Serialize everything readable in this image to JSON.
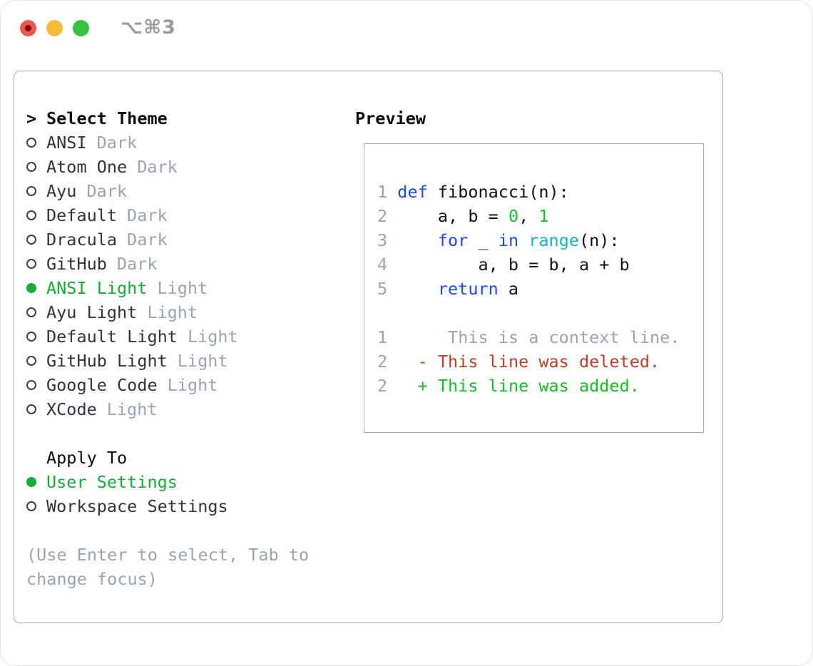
{
  "window": {
    "hotkey": "⌥⌘3"
  },
  "colors": {
    "border": "#a5aeb8",
    "text": "#2f353c",
    "heading": "#0b0e12",
    "muted": "#9aa5b1",
    "radio-ring": "#3b4046",
    "accent-green": "#14ae37",
    "kw-blue": "#1c4be0",
    "builtin-cyan": "#12b4c8",
    "number-green": "#18c22a",
    "added-green": "#10c31f",
    "deleted-red": "#c63b26",
    "code-text": "#121212",
    "traffic-red": "#f1564e",
    "traffic-red-dot": "#7c100c",
    "traffic-yellow": "#f6bb37",
    "traffic-green": "#35c23f",
    "hotkey-gray": "#9b9b9b"
  },
  "theme_picker": {
    "prompt": ">",
    "title": "Select Theme",
    "items": [
      {
        "name": "ANSI",
        "variant": "Dark",
        "selected": false
      },
      {
        "name": "Atom One",
        "variant": "Dark",
        "selected": false
      },
      {
        "name": "Ayu",
        "variant": "Dark",
        "selected": false
      },
      {
        "name": "Default",
        "variant": "Dark",
        "selected": false
      },
      {
        "name": "Dracula",
        "variant": "Dark",
        "selected": false
      },
      {
        "name": "GitHub",
        "variant": "Dark",
        "selected": false
      },
      {
        "name": "ANSI Light",
        "variant": "Light",
        "selected": true
      },
      {
        "name": "Ayu Light",
        "variant": "Light",
        "selected": false
      },
      {
        "name": "Default Light",
        "variant": "Light",
        "selected": false
      },
      {
        "name": "GitHub Light",
        "variant": "Light",
        "selected": false
      },
      {
        "name": "Google Code",
        "variant": "Light",
        "selected": false
      },
      {
        "name": "XCode",
        "variant": "Light",
        "selected": false
      }
    ]
  },
  "apply_to": {
    "title": "Apply To",
    "options": [
      {
        "name": "User Settings",
        "selected": true
      },
      {
        "name": "Workspace Settings",
        "selected": false
      }
    ]
  },
  "help": {
    "line1": "(Use Enter to select, Tab to",
    "line2": "change focus)"
  },
  "preview": {
    "title": "Preview",
    "lines": [
      {
        "tokens": [
          {
            "t": "1 ",
            "c": "num"
          },
          {
            "t": "def",
            "c": "kw"
          },
          {
            "t": " fibonacci(n):",
            "c": "plain"
          }
        ]
      },
      {
        "tokens": [
          {
            "t": "2 ",
            "c": "num"
          },
          {
            "t": "    a, b = ",
            "c": "plain"
          },
          {
            "t": "0",
            "c": "lit"
          },
          {
            "t": ", ",
            "c": "plain"
          },
          {
            "t": "1",
            "c": "lit"
          }
        ]
      },
      {
        "tokens": [
          {
            "t": "3 ",
            "c": "num"
          },
          {
            "t": "    ",
            "c": "plain"
          },
          {
            "t": "for",
            "c": "kw"
          },
          {
            "t": " _ ",
            "c": "plain"
          },
          {
            "t": "in",
            "c": "kw"
          },
          {
            "t": " ",
            "c": "plain"
          },
          {
            "t": "range",
            "c": "builtin"
          },
          {
            "t": "(n):",
            "c": "plain"
          }
        ]
      },
      {
        "tokens": [
          {
            "t": "4 ",
            "c": "num"
          },
          {
            "t": "        a, b = b, a + b",
            "c": "plain"
          }
        ]
      },
      {
        "tokens": [
          {
            "t": "5 ",
            "c": "num"
          },
          {
            "t": "    ",
            "c": "plain"
          },
          {
            "t": "return",
            "c": "kw"
          },
          {
            "t": " a",
            "c": "plain"
          }
        ]
      },
      {
        "tokens": []
      },
      {
        "tokens": [
          {
            "t": "1",
            "c": "num"
          },
          {
            "t": "      This is a context line.",
            "c": "ctx"
          }
        ]
      },
      {
        "tokens": [
          {
            "t": "2",
            "c": "num"
          },
          {
            "t": "   ",
            "c": "plain"
          },
          {
            "t": "- This line was deleted.",
            "c": "del"
          }
        ]
      },
      {
        "tokens": [
          {
            "t": "2",
            "c": "num"
          },
          {
            "t": "   ",
            "c": "plain"
          },
          {
            "t": "+ This line was added.",
            "c": "add"
          }
        ]
      }
    ]
  }
}
